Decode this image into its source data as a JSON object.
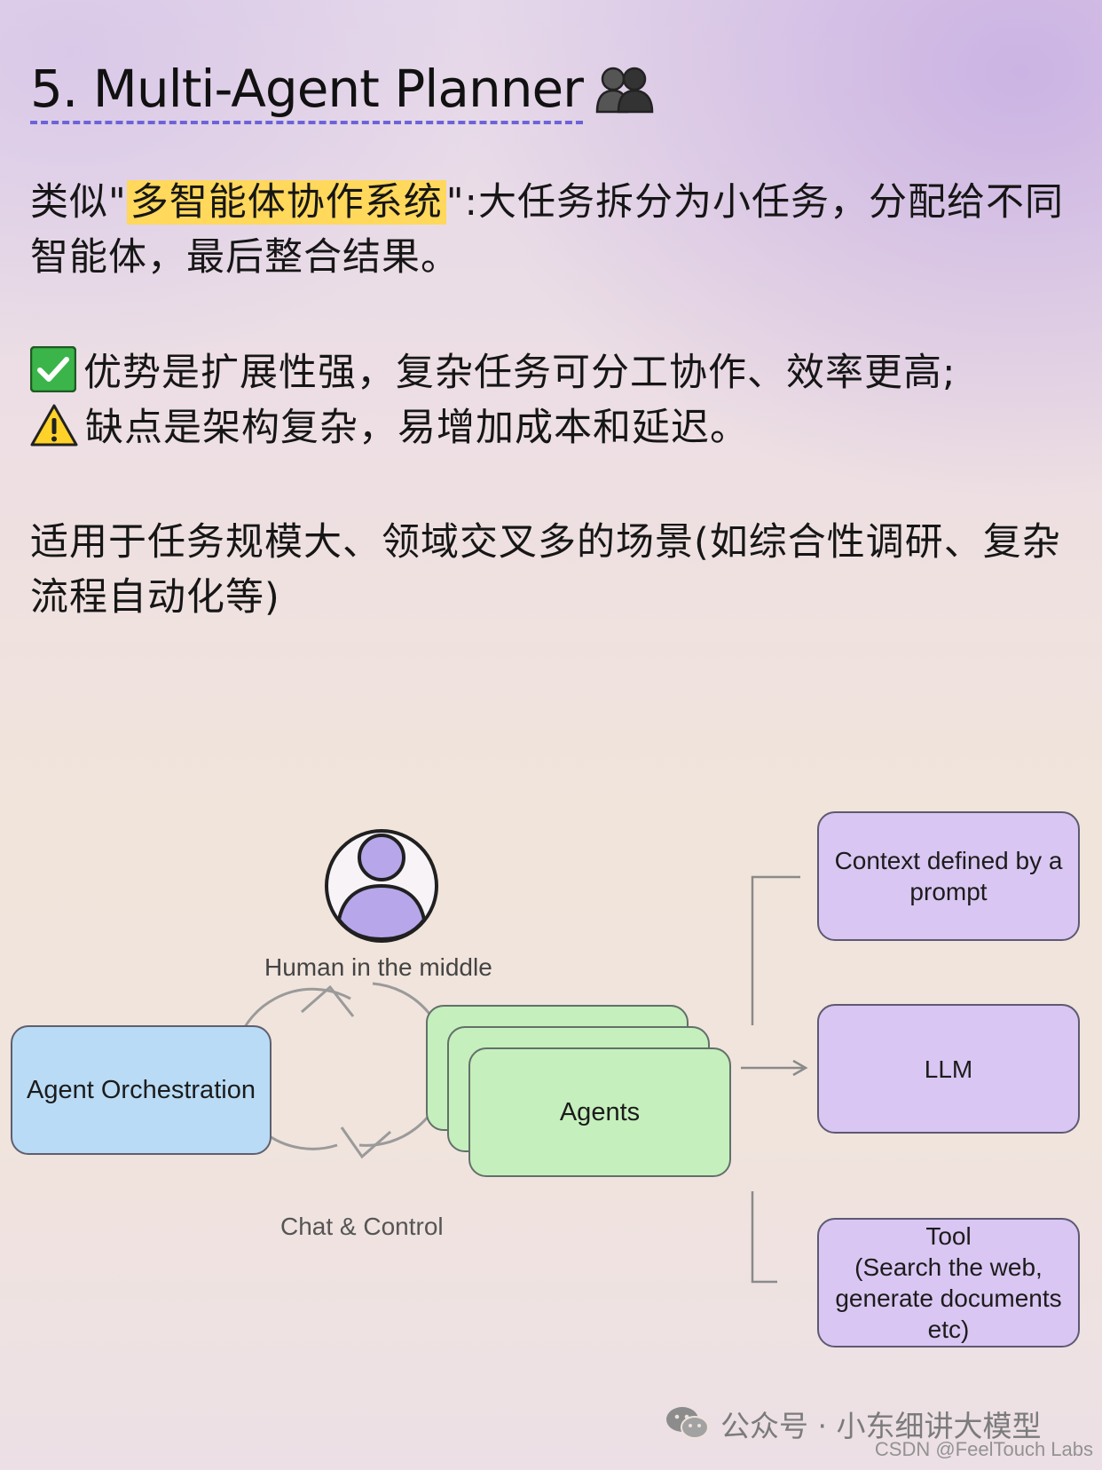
{
  "header": {
    "title": "5. Multi-Agent Planner",
    "title_icon": "people-silhouette-icon"
  },
  "intro": {
    "prefix": "类似\"",
    "highlight": "多智能体协作系统",
    "suffix": "\":大任务拆分为小任务，分配给不同智能体，最后整合结果。",
    "highlight_color": "#ffd85c"
  },
  "pros": {
    "icon": "check-mark-button-icon",
    "text": "优势是扩展性强，复杂任务可分工协作、效率更高;"
  },
  "cons": {
    "icon": "warning-icon",
    "text": "缺点是架构复杂，易增加成本和延迟。"
  },
  "usage": {
    "text": "适用于任务规模大、领域交叉多的场景(如综合性调研、复杂流程自动化等)"
  },
  "diagram": {
    "orchestration_label": "Agent Orchestration",
    "human_label": "Human in the middle",
    "chat_label": "Chat & Control",
    "agents_label": "Agents",
    "context_label": "Context defined by a prompt",
    "llm_label": "LLM",
    "tool_line1": "Tool",
    "tool_line2": "(Search the web, generate documents etc)",
    "colors": {
      "orchestration": "#b9dbf5",
      "agents": "#c5efbc",
      "components": "#d9c6f2",
      "avatar": "#b7a6ea"
    }
  },
  "footer": {
    "account": "公众号 · 小东细讲大模型",
    "watermark": "CSDN @FeelTouch Labs",
    "icon": "wechat-icon"
  }
}
